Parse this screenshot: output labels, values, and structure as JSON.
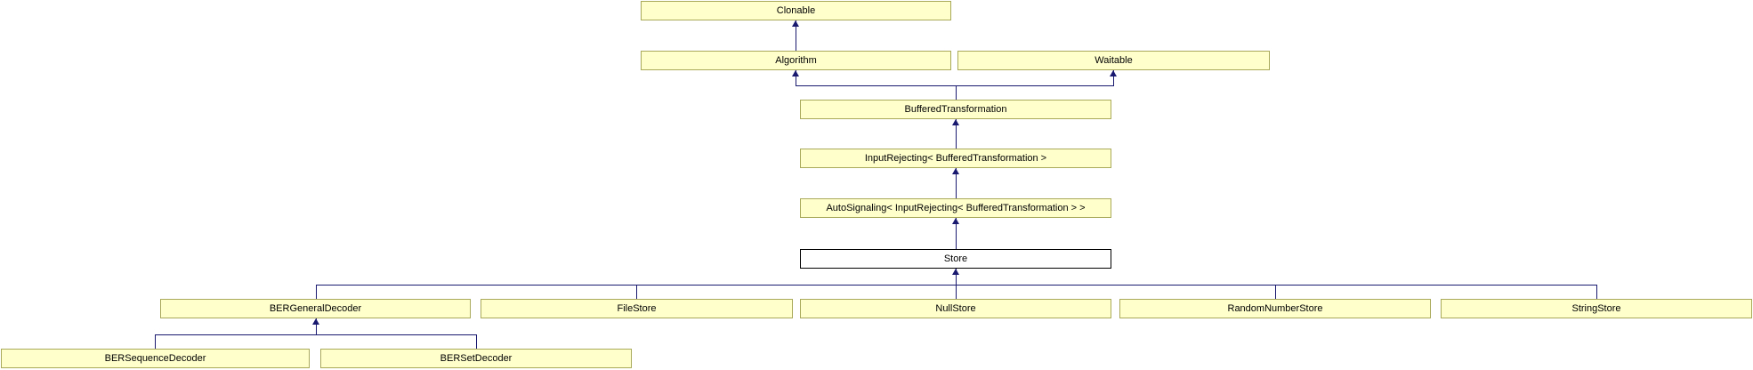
{
  "diagram": {
    "type": "class-inheritance-graph",
    "selected_class": "Store",
    "colors": {
      "background": "#FFFFFF",
      "node_fill": "#FFFFCC",
      "node_border": "#A9A95A",
      "selected_node_fill": "#FFFFFF",
      "selected_node_border": "#000000",
      "edge": "#191970",
      "text": "#000000"
    },
    "nodes": {
      "clonable": {
        "label": "Clonable"
      },
      "algorithm": {
        "label": "Algorithm"
      },
      "waitable": {
        "label": "Waitable"
      },
      "buffered_transformation": {
        "label": "BufferedTransformation"
      },
      "input_rejecting": {
        "label": "InputRejecting< BufferedTransformation >"
      },
      "auto_signaling": {
        "label": "AutoSignaling< InputRejecting< BufferedTransformation > >"
      },
      "store": {
        "label": "Store"
      },
      "ber_general_decoder": {
        "label": "BERGeneralDecoder"
      },
      "file_store": {
        "label": "FileStore"
      },
      "null_store": {
        "label": "NullStore"
      },
      "random_number_store": {
        "label": "RandomNumberStore"
      },
      "string_store": {
        "label": "StringStore"
      },
      "ber_sequence_decoder": {
        "label": "BERSequenceDecoder"
      },
      "ber_set_decoder": {
        "label": "BERSetDecoder"
      }
    },
    "edges_derived_to_base": [
      {
        "from": "Algorithm",
        "to": "Clonable"
      },
      {
        "from": "BufferedTransformation",
        "to": "Algorithm"
      },
      {
        "from": "BufferedTransformation",
        "to": "Waitable"
      },
      {
        "from": "InputRejecting< BufferedTransformation >",
        "to": "BufferedTransformation"
      },
      {
        "from": "AutoSignaling< InputRejecting< BufferedTransformation > >",
        "to": "InputRejecting< BufferedTransformation >"
      },
      {
        "from": "Store",
        "to": "AutoSignaling< InputRejecting< BufferedTransformation > >"
      },
      {
        "from": "BERGeneralDecoder",
        "to": "Store"
      },
      {
        "from": "FileStore",
        "to": "Store"
      },
      {
        "from": "NullStore",
        "to": "Store"
      },
      {
        "from": "RandomNumberStore",
        "to": "Store"
      },
      {
        "from": "StringStore",
        "to": "Store"
      },
      {
        "from": "BERSequenceDecoder",
        "to": "BERGeneralDecoder"
      },
      {
        "from": "BERSetDecoder",
        "to": "BERGeneralDecoder"
      }
    ]
  }
}
